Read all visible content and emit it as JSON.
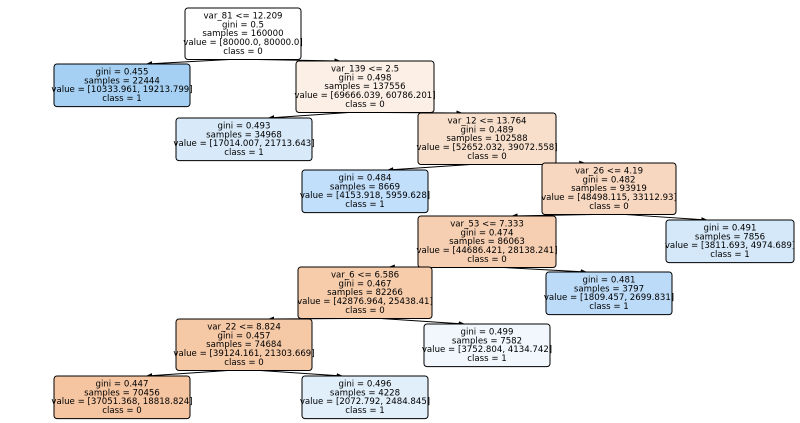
{
  "diagram": {
    "type": "decision-tree",
    "nodes": [
      {
        "id": "n0",
        "color": "#ffffff",
        "lines": [
          "var_81 <= 12.209",
          "gini = 0.5",
          "samples = 160000",
          "value = [80000.0, 80000.0]",
          "class = 0"
        ]
      },
      {
        "id": "n1",
        "color": "#a5d0f3",
        "lines": [
          "gini = 0.455",
          "samples = 22444",
          "value = [10333.961, 19213.799]",
          "class = 1"
        ]
      },
      {
        "id": "n2",
        "color": "#fcefe6",
        "lines": [
          "var_139 <= 2.5",
          "gini = 0.498",
          "samples = 137556",
          "value = [69666.039, 60786.201]",
          "class = 0"
        ]
      },
      {
        "id": "n3",
        "color": "#d8eaf9",
        "lines": [
          "gini = 0.493",
          "samples = 34968",
          "value = [17014.007, 21713.643]",
          "class = 1"
        ]
      },
      {
        "id": "n4",
        "color": "#f8dfcc",
        "lines": [
          "var_12 <= 13.764",
          "gini = 0.489",
          "samples = 102588",
          "value = [52652.032, 39072.558]",
          "class = 0"
        ]
      },
      {
        "id": "n5",
        "color": "#c1defa",
        "lines": [
          "gini = 0.484",
          "samples = 8669",
          "value = [4153.918, 5959.628]",
          "class = 1"
        ]
      },
      {
        "id": "n6",
        "color": "#f7d7c0",
        "lines": [
          "var_26 <= 4.19",
          "gini = 0.482",
          "samples = 93919",
          "value = [48498.115, 33112.93]",
          "class = 0"
        ]
      },
      {
        "id": "n7",
        "color": "#d4e8f9",
        "lines": [
          "gini = 0.491",
          "samples = 7856",
          "value = [3811.693, 4974.689]",
          "class = 1"
        ]
      },
      {
        "id": "n8",
        "color": "#f6cfb2",
        "lines": [
          "var_53 <= 7.333",
          "gini = 0.474",
          "samples = 86063",
          "value = [44686.421, 28138.241]",
          "class = 0"
        ]
      },
      {
        "id": "n9",
        "color": "#bcdbf8",
        "lines": [
          "gini = 0.481",
          "samples = 3797",
          "value = [1809.457, 2699.831]",
          "class = 1"
        ]
      },
      {
        "id": "n10",
        "color": "#f6ccab",
        "lines": [
          "var_6 <= 6.586",
          "gini = 0.467",
          "samples = 82266",
          "value = [42876.964, 25438.41]",
          "class = 0"
        ]
      },
      {
        "id": "n11",
        "color": "#f1f7fd",
        "lines": [
          "gini = 0.499",
          "samples = 7582",
          "value = [3752.804, 4134.742]",
          "class = 1"
        ]
      },
      {
        "id": "n12",
        "color": "#f5c8a6",
        "lines": [
          "var_22 <= 8.824",
          "gini = 0.457",
          "samples = 74684",
          "value = [39124.161, 21303.669]",
          "class = 0"
        ]
      },
      {
        "id": "n13",
        "color": "#f5c5a2",
        "lines": [
          "gini = 0.447",
          "samples = 70456",
          "value = [37051.368, 18818.824]",
          "class = 0"
        ]
      },
      {
        "id": "n14",
        "color": "#e1effb",
        "lines": [
          "gini = 0.496",
          "samples = 4228",
          "value = [2072.792, 2484.845]",
          "class = 1"
        ]
      }
    ],
    "edges": [
      {
        "from": "n0",
        "to": "n1"
      },
      {
        "from": "n0",
        "to": "n2"
      },
      {
        "from": "n2",
        "to": "n3"
      },
      {
        "from": "n2",
        "to": "n4"
      },
      {
        "from": "n4",
        "to": "n5"
      },
      {
        "from": "n4",
        "to": "n6"
      },
      {
        "from": "n6",
        "to": "n8"
      },
      {
        "from": "n6",
        "to": "n7"
      },
      {
        "from": "n8",
        "to": "n10"
      },
      {
        "from": "n8",
        "to": "n9"
      },
      {
        "from": "n10",
        "to": "n12"
      },
      {
        "from": "n10",
        "to": "n11"
      },
      {
        "from": "n12",
        "to": "n13"
      },
      {
        "from": "n12",
        "to": "n14"
      }
    ]
  }
}
